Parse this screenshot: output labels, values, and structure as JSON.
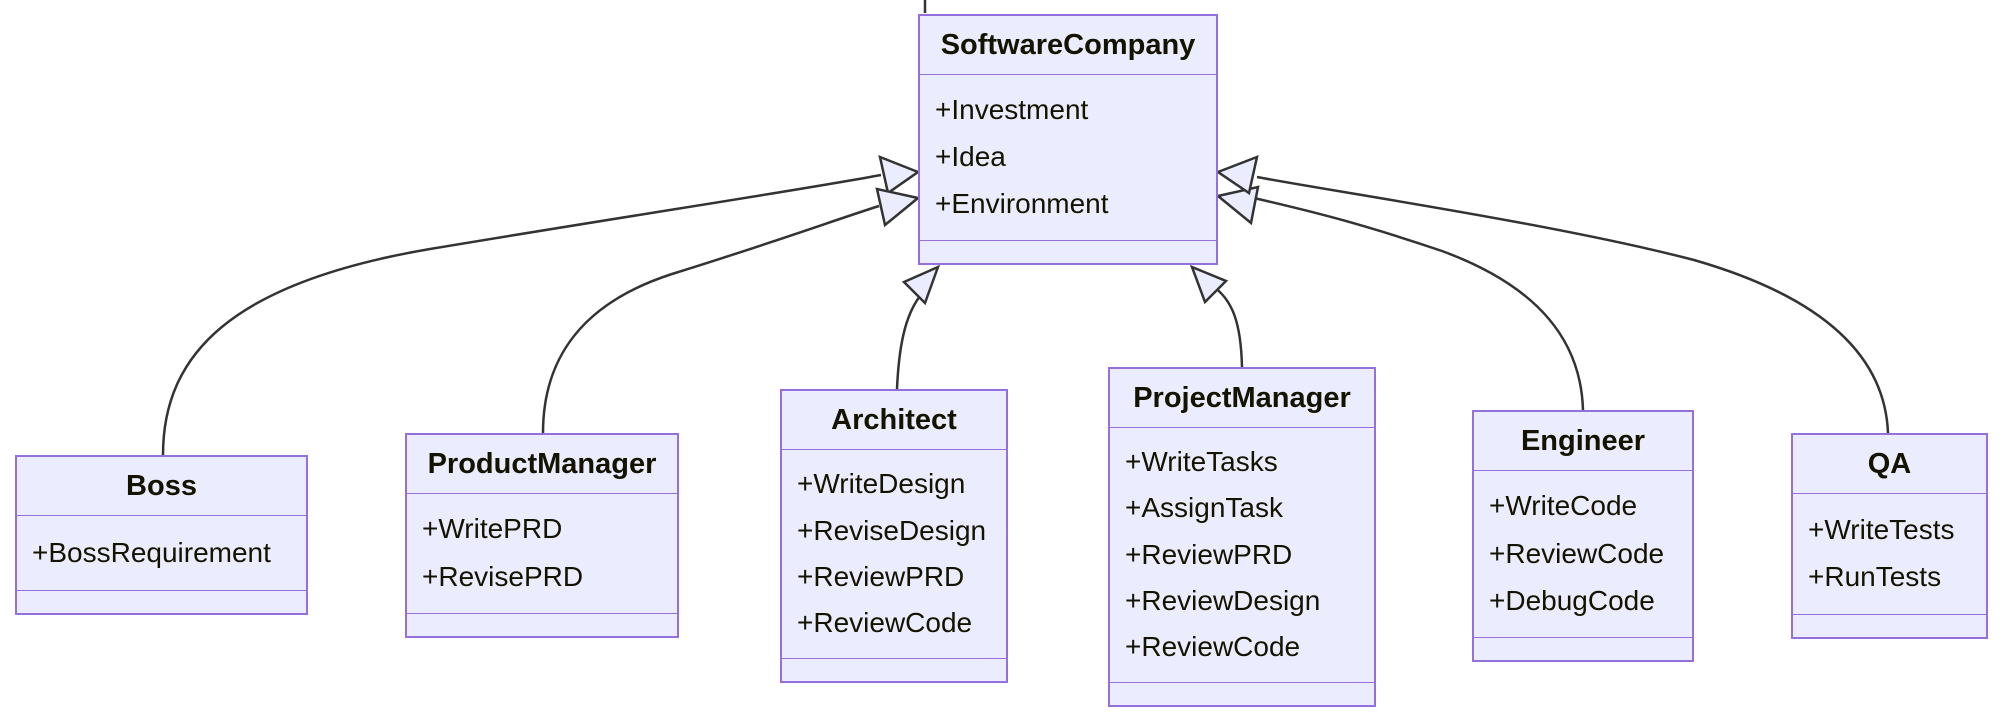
{
  "diagram": {
    "type": "uml-class-diagram",
    "colors": {
      "fill": "#ECECFF",
      "border": "#9370DB",
      "line": "#333333",
      "text": "#131300",
      "background": "#ffffff"
    },
    "classes": {
      "softwareCompany": {
        "name": "SoftwareCompany",
        "members": [
          "+Investment",
          "+Idea",
          "+Environment"
        ],
        "methods": []
      },
      "boss": {
        "name": "Boss",
        "members": [
          "+BossRequirement"
        ],
        "methods": []
      },
      "productManager": {
        "name": "ProductManager",
        "members": [
          "+WritePRD",
          "+RevisePRD"
        ],
        "methods": []
      },
      "architect": {
        "name": "Architect",
        "members": [
          "+WriteDesign",
          "+ReviseDesign",
          "+ReviewPRD",
          "+ReviewCode"
        ],
        "methods": []
      },
      "projectManager": {
        "name": "ProjectManager",
        "members": [
          "+WriteTasks",
          "+AssignTask",
          "+ReviewPRD",
          "+ReviewDesign",
          "+ReviewCode"
        ],
        "methods": []
      },
      "engineer": {
        "name": "Engineer",
        "members": [
          "+WriteCode",
          "+ReviewCode",
          "+DebugCode"
        ],
        "methods": []
      },
      "qa": {
        "name": "QA",
        "members": [
          "+WriteTests",
          "+RunTests"
        ],
        "methods": []
      }
    },
    "relations": [
      {
        "from": "Boss",
        "to": "SoftwareCompany",
        "type": "inheritance"
      },
      {
        "from": "ProductManager",
        "to": "SoftwareCompany",
        "type": "inheritance"
      },
      {
        "from": "Architect",
        "to": "SoftwareCompany",
        "type": "inheritance"
      },
      {
        "from": "ProjectManager",
        "to": "SoftwareCompany",
        "type": "inheritance"
      },
      {
        "from": "Engineer",
        "to": "SoftwareCompany",
        "type": "inheritance"
      },
      {
        "from": "QA",
        "to": "SoftwareCompany",
        "type": "inheritance"
      }
    ]
  }
}
